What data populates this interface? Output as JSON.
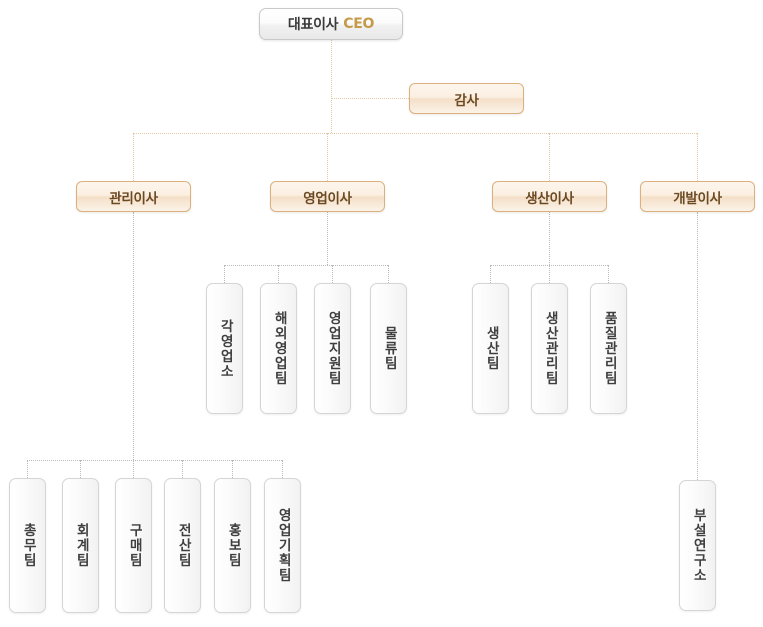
{
  "chart": {
    "title_ceo_ko": "대표이사",
    "title_ceo_en": "CEO",
    "auditor": "감사",
    "directors": [
      {
        "label": "관리이사"
      },
      {
        "label": "영업이사"
      },
      {
        "label": "생산이사"
      },
      {
        "label": "개발이사"
      }
    ],
    "sales_teams": [
      {
        "label": "각영업소"
      },
      {
        "label": "해외영업팀"
      },
      {
        "label": "영업지원팀"
      },
      {
        "label": "물류팀"
      }
    ],
    "production_teams": [
      {
        "label": "생산팀"
      },
      {
        "label": "생산관리팀"
      },
      {
        "label": "품질관리팀"
      }
    ],
    "management_teams": [
      {
        "label": "총무팀"
      },
      {
        "label": "회계팀"
      },
      {
        "label": "구매팀"
      },
      {
        "label": "전산팀"
      },
      {
        "label": "홍보팀"
      },
      {
        "label": "영업기획팀"
      }
    ],
    "development_teams": [
      {
        "label": "부설연구소"
      }
    ],
    "colors": {
      "exec_border": "#dcb07c",
      "exec_text": "#6b4a23",
      "ceo_border": "#c9c9c9",
      "ceo_accent": "#c59a4a",
      "team_border": "#d5d5d5",
      "team_text": "#3f3f3f",
      "line_gray": "#b9b9b9",
      "line_tan": "#e3c9a6"
    }
  }
}
